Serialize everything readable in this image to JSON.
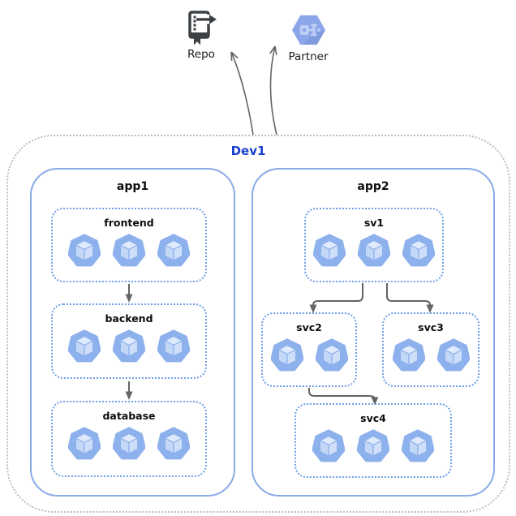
{
  "colors": {
    "accent": "#1740cf",
    "app-border": "#88aae6",
    "service-border": "#6f9ee9",
    "env-border": "#bdbdbd",
    "arrow": "#646464",
    "ink": "#111111",
    "pod": "#8db1ec",
    "pod-top": "#dfeafc",
    "pod-left": "#c3d7f7",
    "pod-right": "#cfdff9",
    "hex": "#8ba6e9",
    "hex-glyph": "#c2cff4",
    "repo-ink": "#3b4045"
  },
  "external": {
    "repo": {
      "label": "Repo",
      "icon": "repo-book-arrow-icon"
    },
    "partner": {
      "label": "Partner",
      "icon": "partner-hexagon-icon"
    }
  },
  "environment": {
    "label": "Dev1"
  },
  "apps": [
    {
      "label": "app1",
      "services": [
        {
          "label": "frontend",
          "pods": 3
        },
        {
          "label": "backend",
          "pods": 3
        },
        {
          "label": "database",
          "pods": 3
        }
      ]
    },
    {
      "label": "app2",
      "services": [
        {
          "label": "sv1",
          "pods": 3
        },
        {
          "label": "svc2",
          "pods": 2
        },
        {
          "label": "svc3",
          "pods": 2
        },
        {
          "label": "svc4",
          "pods": 3
        }
      ]
    }
  ],
  "connections": [
    {
      "from": "frontend",
      "to": "backend"
    },
    {
      "from": "backend",
      "to": "database"
    },
    {
      "from": "sv1",
      "to": "svc2"
    },
    {
      "from": "sv1",
      "to": "svc3"
    },
    {
      "from": "svc2",
      "to": "svc4"
    },
    {
      "from": "Dev1",
      "to": "Repo"
    },
    {
      "from": "Dev1",
      "to": "Partner"
    }
  ]
}
